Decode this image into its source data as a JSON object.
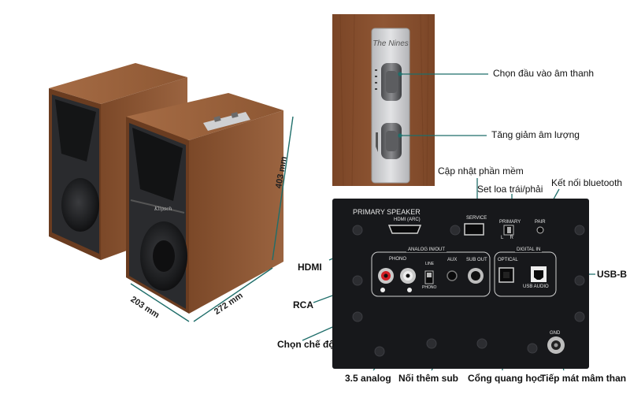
{
  "product": {
    "logo_text": "Klipsch"
  },
  "dimensions": {
    "height": "403 mm",
    "width": "203 mm",
    "depth": "272 mm"
  },
  "panel": {
    "header": "PRIMARY SPEAKER",
    "hdmi": "HDMI (ARC)",
    "service": "SERVICE",
    "primary": "PRIMARY",
    "lr": "L     R",
    "pair": "PAIR",
    "analog_group": "ANALOG IN/OUT",
    "digital_group": "DIGITAL IN",
    "phono": "PHONO",
    "line": "LINE",
    "phono_small": "PHONO",
    "aux": "AUX",
    "sub_out": "SUB OUT",
    "optical": "OPTICAL",
    "usb_audio": "USB AUDIO",
    "gnd": "GND"
  },
  "callouts": {
    "input_select": "Chọn đầu vào âm thanh",
    "volume": "Tăng giảm âm lượng",
    "firmware": "Cập nhật phần mềm",
    "left_right": "Set loa trái/phải",
    "bluetooth": "Kết nối bluetooth",
    "hdmi": "HDMI",
    "usb_b": "USB-B",
    "rca": "RCA",
    "mode": "Chọn chế độ",
    "analog": "3.5 analog",
    "sub": "Nối thêm sub",
    "optical": "Cổng quang học",
    "ground": "Tiếp mát mâm than"
  },
  "colors": {
    "accent_line": "#1f6e6a",
    "wood": "#8a5634",
    "panel_bg": "#17181b"
  }
}
